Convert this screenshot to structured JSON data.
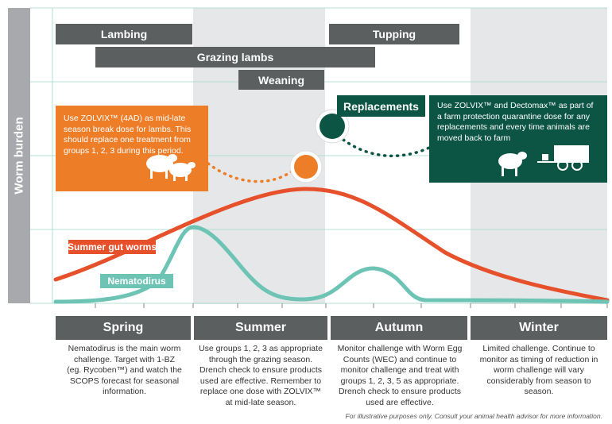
{
  "y_axis_label": "Worm burden",
  "activity_bars": {
    "lambing": "Lambing",
    "tupping": "Tupping",
    "grazing_lambs": "Grazing lambs",
    "weaning": "Weaning"
  },
  "replacements_label": "Replacements",
  "callouts": {
    "zolvix_lambs": "Use ZOLVIX™ (4AD) as mid-late season break dose for lambs. This should replace one treatment from groups 1, 2, 3 during this period.",
    "zolvix_dectomax": "Use ZOLVIX™ and Dectomax™ as part of a farm protection quarantine dose for any replacements and every time animals are moved back to farm"
  },
  "curve_labels": {
    "summer_gut_worms": "Summer gut worms",
    "nematodirus": "Nematodirus"
  },
  "seasons": [
    {
      "name": "Spring",
      "description": "Nematodirus is the main worm challenge. Target with 1-BZ (eg. Rycoben™) and watch the SCOPS forecast for seasonal information."
    },
    {
      "name": "Summer",
      "description": "Use groups 1, 2, 3 as appropriate through the grazing season. Drench check to ensure products used are effective. Remember to replace one dose with ZOLVIX™ at mid-late season."
    },
    {
      "name": "Autumn",
      "description": "Monitor challenge with Worm Egg Counts (WEC) and continue to monitor challenge and treat with groups 1, 2, 3, 5 as appropriate. Drench check to ensure products used are effective."
    },
    {
      "name": "Winter",
      "description": "Limited challenge. Continue to monitor as timing of reduction in worm challenge will vary considerably from season to season."
    }
  ],
  "footnote": "For illustrative purposes only. Consult your animal health advisor for more information.",
  "colors": {
    "summer_gut_worms": "#e6502a",
    "nematodirus": "#6dc4b4",
    "orange_callout": "#ee7d28",
    "green_callout": "#0c5444",
    "bar_grey": "#5b5f60",
    "band_grey": "#e6e7e8"
  },
  "icons": [
    "sheep-icon",
    "sheep-pair-icon",
    "trailer-icon"
  ]
}
